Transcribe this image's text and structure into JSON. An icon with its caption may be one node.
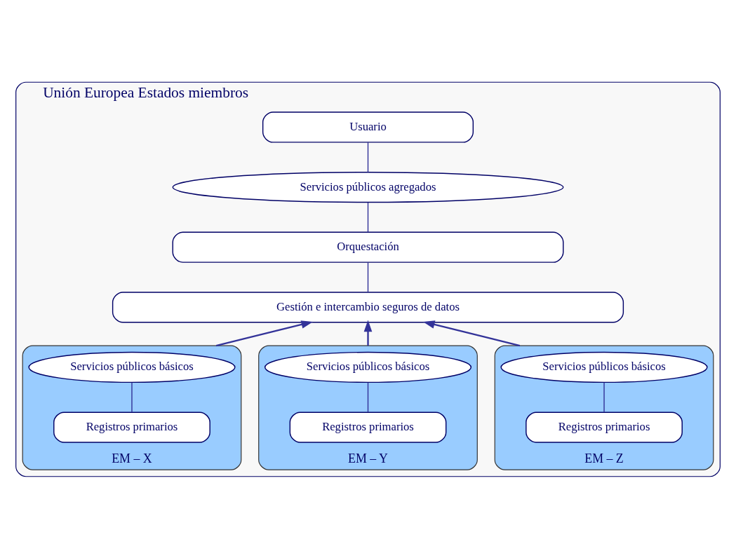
{
  "diagram": {
    "nodes": [
      {
        "text": [
          "Unión Europea Estados miembros"
        ]
      },
      {
        "text": [
          "Usuario"
        ],
        "in": 0
      },
      {
        "text": [
          "Servicios públicos agregados"
        ],
        "in": 0
      },
      {
        "text": [
          "Orquestación"
        ],
        "in": 0
      },
      {
        "text": [
          "Gestión e intercambio seguros de datos"
        ],
        "in": 0
      },
      {
        "text": [
          "EM – X"
        ],
        "in": 0
      },
      {
        "text": [
          "Servicios públicos básicos"
        ],
        "in": 5
      },
      {
        "text": [
          "Registros primarios"
        ],
        "in": 5
      },
      {
        "text": [
          "EM – Y"
        ],
        "in": 0
      },
      {
        "text": [
          "Servicios públicos básicos"
        ],
        "in": 8
      },
      {
        "text": [
          "Registros primarios"
        ],
        "in": 8
      },
      {
        "text": [
          "EM – Z"
        ],
        "in": 0
      },
      {
        "text": [
          "Servicios públicos básicos"
        ],
        "in": 11
      },
      {
        "text": [
          "Registros primarios"
        ],
        "in": 11
      }
    ],
    "edges": [
      {
        "from": 1,
        "to": 2,
        "arrow": "none"
      },
      {
        "from": 2,
        "to": 3,
        "arrow": "none"
      },
      {
        "from": 3,
        "to": 4,
        "arrow": "none"
      },
      {
        "from": 5,
        "to": 4,
        "arrow": "to"
      },
      {
        "from": 8,
        "to": 4,
        "arrow": "to"
      },
      {
        "from": 11,
        "to": 4,
        "arrow": "to"
      },
      {
        "from": 6,
        "to": 7,
        "arrow": "none"
      },
      {
        "from": 9,
        "to": 10,
        "arrow": "none"
      },
      {
        "from": 12,
        "to": 13,
        "arrow": "none"
      }
    ]
  }
}
